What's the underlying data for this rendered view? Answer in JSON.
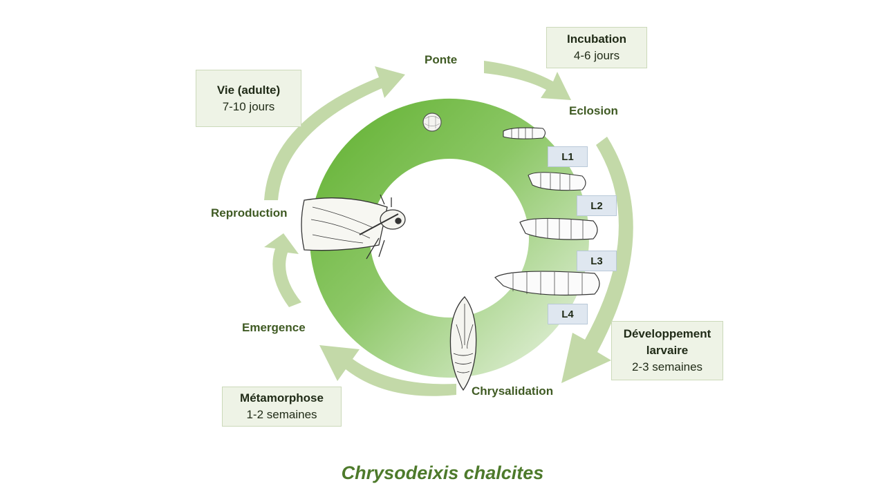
{
  "duration_boxes": {
    "incubation": {
      "title": "Incubation",
      "duration": "4-6 jours"
    },
    "adult_life": {
      "title": "Vie (adulte)",
      "duration": "7-10 jours"
    },
    "larval_development": {
      "title_line1": "Développement",
      "title_line2": "larvaire",
      "duration": "2-3 semaines"
    },
    "metamorphosis": {
      "title": "Métamorphose",
      "duration": "1-2 semaines"
    }
  },
  "stages": {
    "ponte": "Ponte",
    "eclosion": "Eclosion",
    "reproduction": "Reproduction",
    "emergence": "Emergence",
    "chrysalidation": "Chrysalidation"
  },
  "instars": [
    "L1",
    "L2",
    "L3",
    "L4"
  ],
  "species": "Chrysodeixis chalcites",
  "colors": {
    "ring_dark": "#6ab73a",
    "ring_light": "#e2efd9",
    "arrow": "#c3d9a8",
    "label": "#3f5a23",
    "title": "#4d7a2b"
  }
}
